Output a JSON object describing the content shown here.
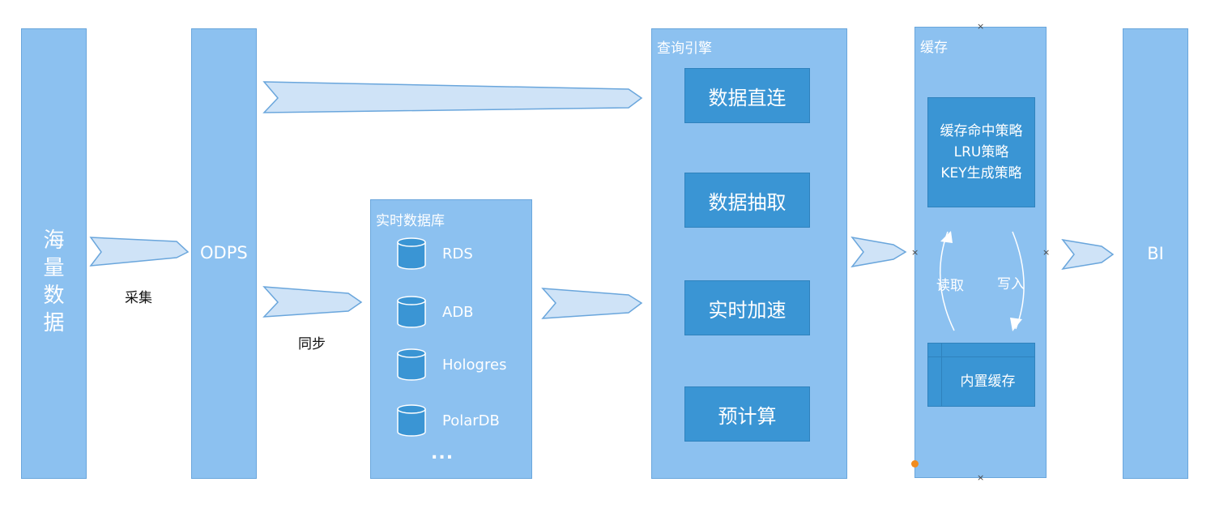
{
  "columns": {
    "source": {
      "chars": [
        "海",
        "量",
        "数",
        "据"
      ]
    },
    "odps": {
      "label": "ODPS"
    },
    "realtime_db": {
      "title": "实时数据库",
      "items": [
        "RDS",
        "ADB",
        "Hologres",
        "PolarDB"
      ],
      "more": "..."
    },
    "query_engine": {
      "title": "查询引擎",
      "modes": [
        "数据直连",
        "数据抽取",
        "实时加速",
        "预计算"
      ]
    },
    "cache": {
      "title": "缓存",
      "strategies": [
        "缓存命中策略",
        "LRU策略",
        "KEY生成策略"
      ],
      "read_label": "读取",
      "write_label": "写入",
      "builtin_label": "内置缓存"
    },
    "bi": {
      "label": "BI"
    }
  },
  "arrows": {
    "collect_label": "采集",
    "sync_label": "同步"
  },
  "colors": {
    "light_block": "#8cc1f0",
    "dark_block": "#3a95d4",
    "arrow_fill": "#cfe3f7",
    "arrow_stroke": "#6aa6dc"
  }
}
